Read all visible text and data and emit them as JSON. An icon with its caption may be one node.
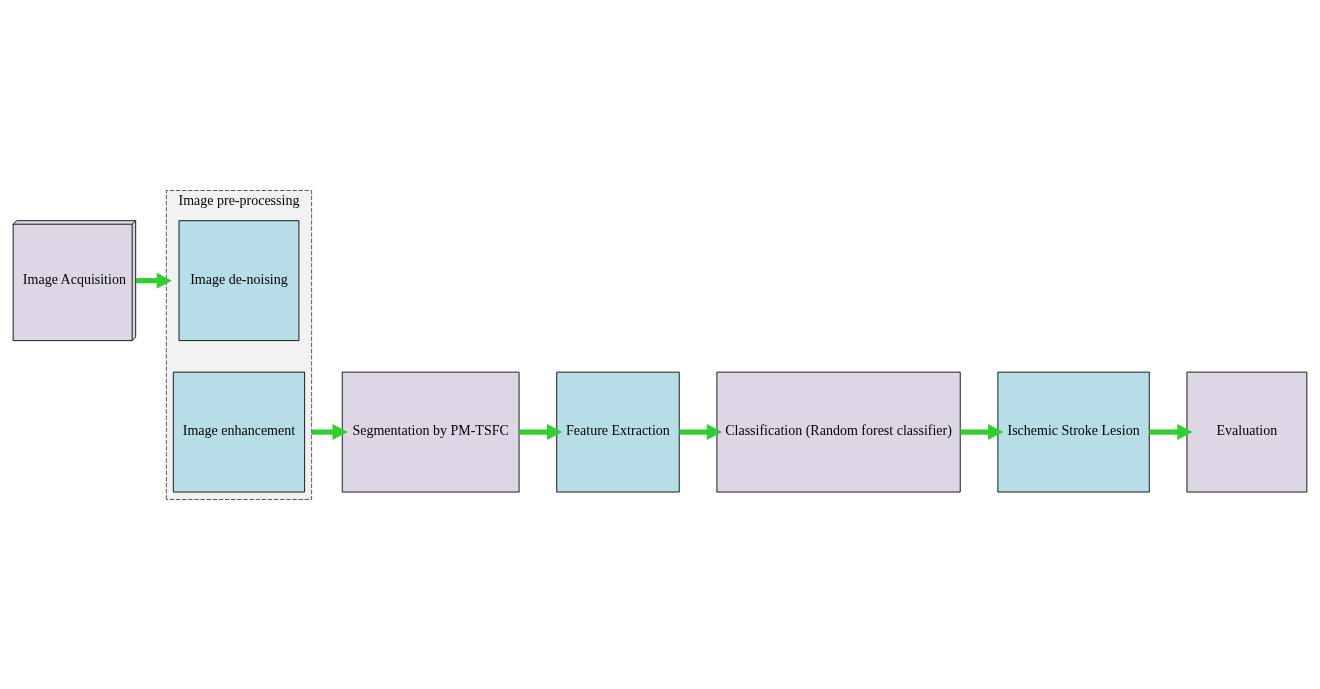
{
  "diagram": {
    "nodes": [
      {
        "text": [
          "Image Acquisition"
        ]
      },
      {
        "text": [
          "Image pre-processing"
        ]
      },
      {
        "text": [
          "Image de-noising"
        ],
        "in": 1
      },
      {
        "text": [
          "Image enhancement"
        ],
        "in": 1
      },
      {
        "text": [
          "Segmentation by PM-TSFC"
        ]
      },
      {
        "text": [
          "Feature Extraction"
        ]
      },
      {
        "text": [
          "Classification (Random forest classifier)"
        ]
      },
      {
        "text": [
          "Ischemic Stroke Lesion"
        ]
      },
      {
        "text": [
          "Evaluation"
        ]
      }
    ],
    "edges": [
      {
        "from": 0,
        "to": 1,
        "arrow": "to"
      },
      {
        "from": 1,
        "to": 4,
        "arrow": "to"
      },
      {
        "from": 4,
        "to": 5,
        "arrow": "to"
      },
      {
        "from": 5,
        "to": 6,
        "arrow": "to"
      },
      {
        "from": 6,
        "to": 7,
        "arrow": "to"
      },
      {
        "from": 7,
        "to": 8,
        "arrow": "to"
      }
    ]
  }
}
